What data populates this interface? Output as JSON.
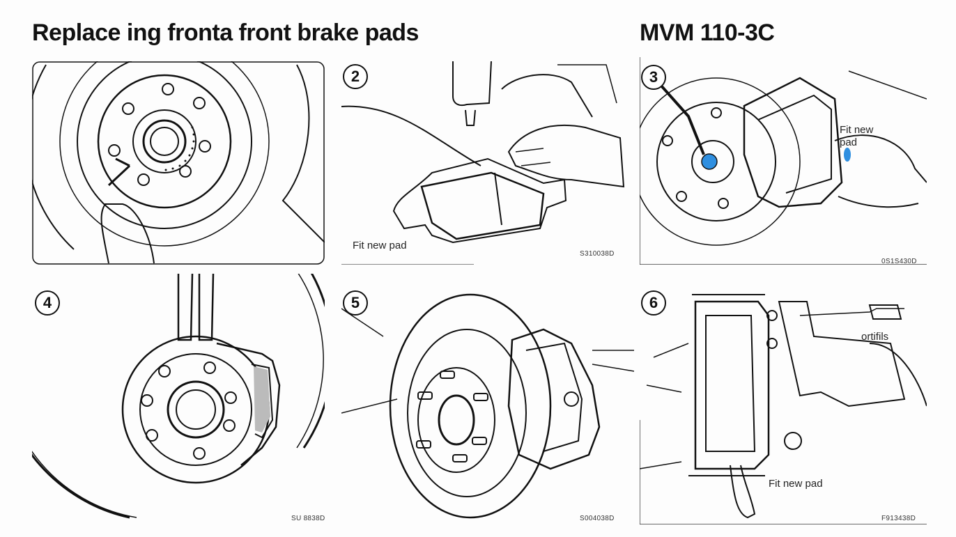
{
  "header": {
    "title": "Replace ing fronta front brake pads",
    "model": "MVM 110-3C"
  },
  "steps": [
    {
      "number": "",
      "caption": "",
      "code": ""
    },
    {
      "number": "2",
      "caption": "Fit new pad",
      "code": "S310038D"
    },
    {
      "number": "3",
      "caption": "Fit new pad",
      "code": "0Ѕ1Ѕ430D"
    },
    {
      "number": "4",
      "caption": "",
      "code": "SU 8838D"
    },
    {
      "number": "5",
      "caption": "",
      "code": "S004038D"
    },
    {
      "number": "6",
      "caption": "Fit new pad",
      "code": "F913438D",
      "extra_label": "ortifils"
    }
  ],
  "colors": {
    "line": "#111111",
    "accent_blue": "#2f8fe0",
    "background": "#fdfdfd"
  }
}
